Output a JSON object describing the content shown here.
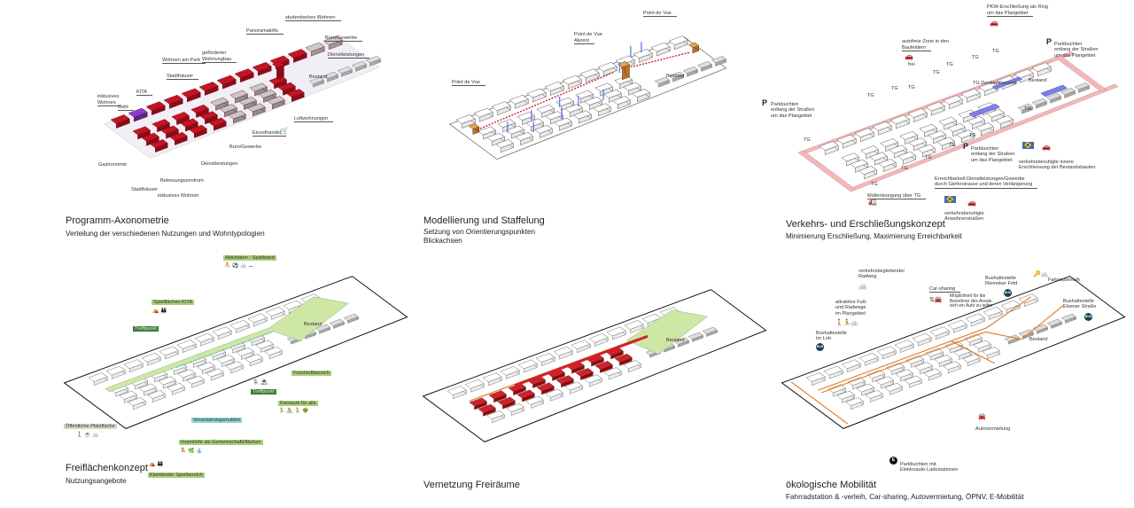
{
  "panels": [
    {
      "title": "Programm-Axonometrie",
      "subtitle": "Verteilung der verschiedenen Nutzungen und Wohntypologien",
      "labels": {
        "studentisches_wohnen": "studentisches Wohnen",
        "panoramalofts": "Panoramalofts",
        "buero_gewerbe_1": "Büro/Gewerbe",
        "dienstleistungen_1": "Dienstleistungen",
        "gefoerderter_1": "geförderter",
        "gefoerderter_2": "Wohnungbau",
        "wohnen_am_park": "Wohnen am Park",
        "stadthaeuser_1": "Stadthäuser",
        "bestand": "Bestand",
        "kita": "KITA",
        "inklusives_1": "inklusives",
        "inklusives_2": "Wohnen",
        "cafe": "Café",
        "loftwohnungen": "Loftwohnungen",
        "einzelhandel": "Einzelhandel",
        "buero_gewerbe_2": "Büro/Gewerbe",
        "gastronomie": "Gastronomie",
        "dienstleistungen_2": "Dienstleistungen",
        "betreuungszentrum": "Betreuungszentrum",
        "stadthaeuser_2": "Stadthäuser",
        "inklusives_wohnen": "inklusives Wohnen"
      }
    },
    {
      "title": "Modellierung und Staffelung",
      "subtitle_lines": [
        "Setzung von Orientierungspunkten",
        "Blickachsen"
      ],
      "labels": {
        "pdv_right": "Point de Vue",
        "pdv_center_1": "Point de Vue",
        "pdv_center_2": "Akzent",
        "pdv_left": "Point de Vue",
        "bestand": "Bestand"
      }
    },
    {
      "title": "Verkehrs- und Erschließungskonzept",
      "subtitle": "Minimierung Erschließung, Maximierung Erreichbarkeit",
      "labels": {
        "pkw_1": "PKW-Erschließung als Ring",
        "pkw_2": "um das Plangebiet",
        "autofrei_1": "autofreie Zone in den",
        "autofrei_2": "Baufeldern",
        "frei": "frei",
        "parking_symbol": "P",
        "parkbuchten_1": "Parkbuchten",
        "parkbuchten_2": "entlang der Straßen",
        "parkbuchten_3": "um das Plangebiet",
        "tg_denkmal": "TG Denkmalbereich",
        "bestand": "Bestand",
        "tg": "TG",
        "verkehrsb_inner_1": "verkehrsberuhigte innere",
        "verkehrsb_inner_2": "Erschliessung der Bestandsbauten",
        "erreich_1": "Erreichbarkeit Dienstleistungen/Gewerbe",
        "erreich_2": "durch Gieferstrasse und deren Verlängerung",
        "muell": "Müllentsorgung über TG",
        "anwohner_1": "verkehrsberuhigte",
        "anwohner_2": "Anwohnerstraßen"
      }
    },
    {
      "title": "Freiflächenkonzept",
      "subtitle": "Nutzungsangebote",
      "labels": {
        "aktivitaeten": "Aktivitäten - Spielband",
        "spielflaechen_kita": "Spielflächen KITA",
        "treffpunkt_1": "Treffpunkt",
        "treffpunkt_2": "Treffpunkt",
        "bestand": "Bestand",
        "frischluft": "Frischluftbereich",
        "freiraum": "Freiraum für alle",
        "versickerung": "Versickerungsmulden",
        "innenhoefe": "Innenhöfe als Gemeinschaftsflächen",
        "platzflaeche": "Öffentliche Platzfläche",
        "kleinkinder": "Kleinkinder Spielbereich"
      }
    },
    {
      "title": "Vernetzung Freiräume",
      "labels": {
        "bestand": "Bestand"
      }
    },
    {
      "title": "ökologische Mobilität",
      "subtitle": "Fahrradstation & -verleih, Car-sharing, Autovermietung, ÖPNV, E-Mobilität",
      "labels": {
        "radweg_1": "verkehrsbegleitender",
        "radweg_2": "Radweg",
        "fuss_1": "attraktive Fuß-",
        "fuss_2": "und Radwege",
        "fuss_3": "im Plangebiet",
        "bus_loh_1": "Bushaltestelle",
        "bus_loh_2": "Im Loh",
        "carsharing": "Car-sharing",
        "moeglich_1": "Möglichkeit für die",
        "moeglich_2": "Bewohner des Areals",
        "moeglich_3": "sich ein Auto zu teilen",
        "bus_riem_1": "Bushaltestelle",
        "bus_riem_2": "Riemeker Feld",
        "fahrradverleih": "Fahrradverleih",
        "bus_els_1": "Bushaltestelle",
        "bus_els_2": "Elsener Straße",
        "bestand": "Bestand",
        "autovermietung": "Autovermietung",
        "park_e_1": "Parkbuchten mit",
        "park_e_2": "Elektroauto-Ladestationen",
        "bus_badge": "BUS",
        "e_badge": "E"
      }
    }
  ],
  "colors": {
    "residential_red": "#c41425",
    "kita_purple": "#8a3cc8",
    "road_pink": "#f2b8b8",
    "park_green": "#cfe7a4",
    "route_orange": "#e07a1e",
    "axis_red": "#d0202a",
    "height_blue": "#5a6cf0",
    "bus_teal": "#17404f"
  }
}
